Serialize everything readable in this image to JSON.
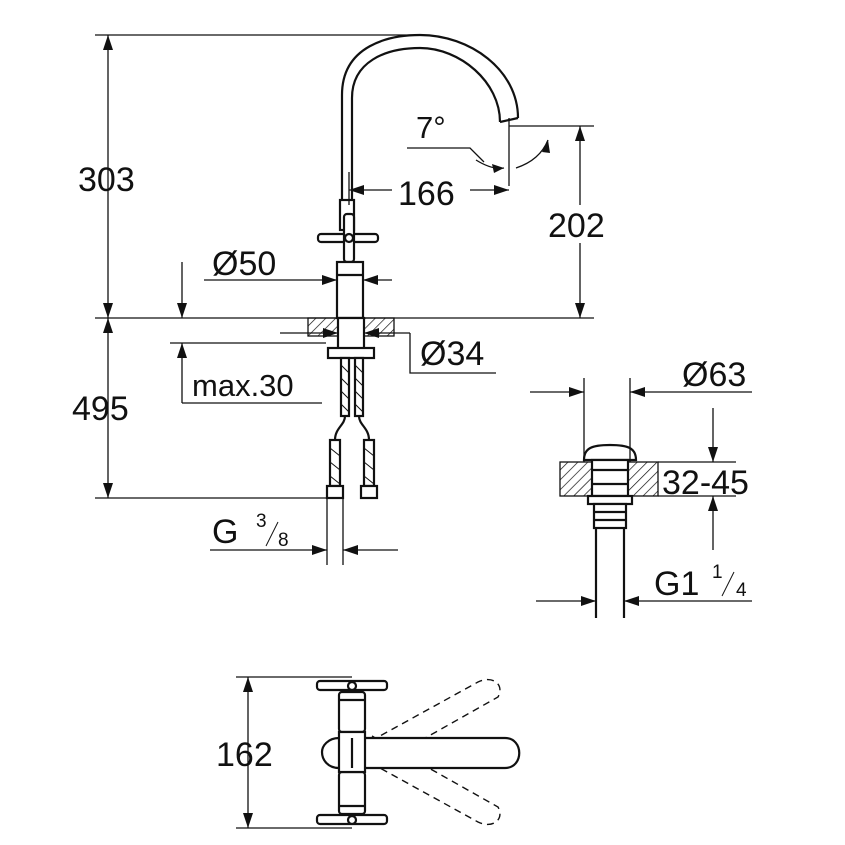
{
  "dimensions": {
    "height_spout_top": "303",
    "spout_angle": "7°",
    "spout_reach": "166",
    "outlet_height": "202",
    "base_diameter": "Ø50",
    "hole_diameter": "Ø34",
    "max_thickness": "max.30",
    "hose_length": "495",
    "connection_prefix": "G",
    "connection_num": "3",
    "connection_den": "8",
    "waste_diameter": "Ø63",
    "waste_thickness": "32-45",
    "waste_thread_prefix": "G1",
    "waste_thread_num": "1",
    "waste_thread_den": "4",
    "handle_span": "162"
  },
  "colors": {
    "line": "#111111",
    "background": "#ffffff"
  }
}
